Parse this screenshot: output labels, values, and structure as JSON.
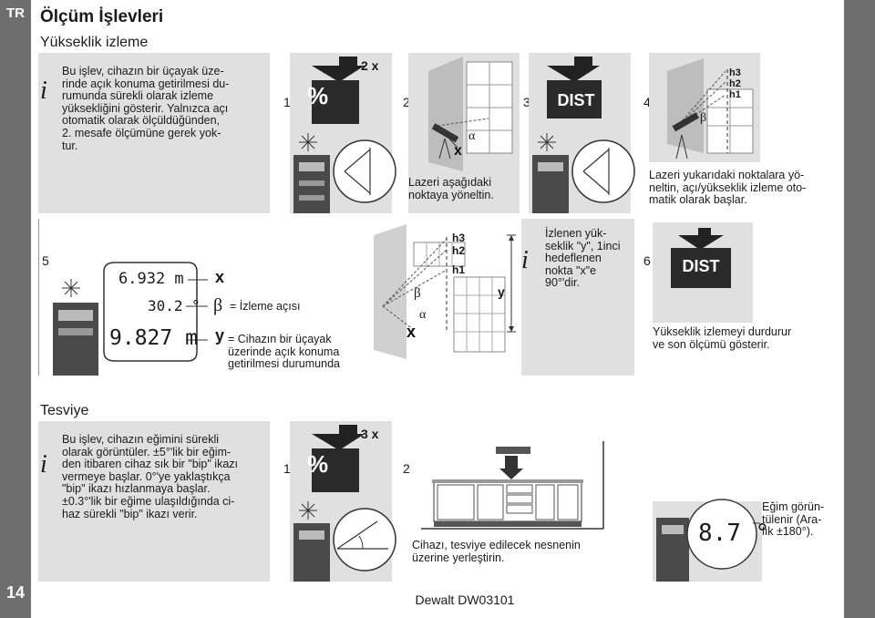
{
  "lang_tab": "TR",
  "page_number": "14",
  "title": "Ölçüm İşlevleri",
  "footer": "Dewalt DW03101",
  "height_section": {
    "heading": "Yükseklik izleme",
    "info_lines": [
      "Bu işlev, cihazın bir üçayak üze-",
      "rinde açık konuma getirilmesi du-",
      "rumunda sürekli olarak izleme",
      "yüksekliğini gösterir. Yalnızca açı",
      "otomatik olarak ölçüldüğünden,",
      "2. mesafe ölçümüne gerek yok-",
      "tur."
    ],
    "steps": [
      {
        "num": "1",
        "press": "2 x"
      },
      {
        "num": "2",
        "caption": [
          "Lazeri aşağıdaki",
          "noktaya yöneltin."
        ]
      },
      {
        "num": "3",
        "key": "DIST"
      },
      {
        "num": "4",
        "caption": [
          "Lazeri yukarıdaki noktalara yö-",
          "neltin, açı/yükseklik izleme oto-",
          "matik olarak başlar."
        ]
      },
      {
        "num": "5"
      },
      {
        "num": "6",
        "key": "DIST",
        "caption": [
          "Yükseklik izlemeyi durdurur",
          "ve son ölçümü gösterir."
        ]
      }
    ],
    "display": {
      "line1": "6.932 m",
      "line2": "30.2 °",
      "line3": "9.827 m"
    },
    "legend": {
      "x_sym": "x",
      "beta_sym": "β",
      "beta_text": "= İzleme açısı",
      "y_sym": "y",
      "y_text": [
        "= Cihazın bir üçayak",
        "üzerinde açık konuma",
        "getirilmesi durumunda"
      ]
    },
    "diagram_labels": {
      "h3": "h3",
      "h2": "h2",
      "h1": "h1",
      "y": "y",
      "alpha": "α",
      "beta": "β"
    },
    "note_lines": [
      "İzlenen yük-",
      "seklik \"y\", 1inci",
      "hedeflenen",
      "nokta \"x\"e",
      "90°'dir."
    ]
  },
  "level_section": {
    "heading": "Tesviye",
    "info_lines": [
      "Bu işlev, cihazın eğimini sürekli",
      "olarak görüntüler. ±5°'lik bir eğim-",
      "den itibaren cihaz sık bir \"bip\" ikazı",
      "vermeye başlar. 0°'ye yaklaştıkça",
      "\"bip\" ikazı hızlanmaya başlar.",
      "±0.3°'lik bir eğime ulaşıldığında ci-",
      "haz sürekli \"bip\" ikazı verir."
    ],
    "steps": [
      {
        "num": "1",
        "press": "3 x"
      },
      {
        "num": "2",
        "caption": [
          "Cihazı, tesviye edilecek nesnenin",
          "üzerine yerleştirin."
        ]
      }
    ],
    "display_value": "8.7 °",
    "display_caption": [
      "Eğim görün-",
      "tülenir (Ara-",
      "lık ±180°)."
    ]
  },
  "info_icon": "i",
  "percent_key": "%",
  "colors": {
    "sidebar": "#6e6e6e",
    "panel": "#e0e0e0",
    "key": "#2a2a2a"
  }
}
